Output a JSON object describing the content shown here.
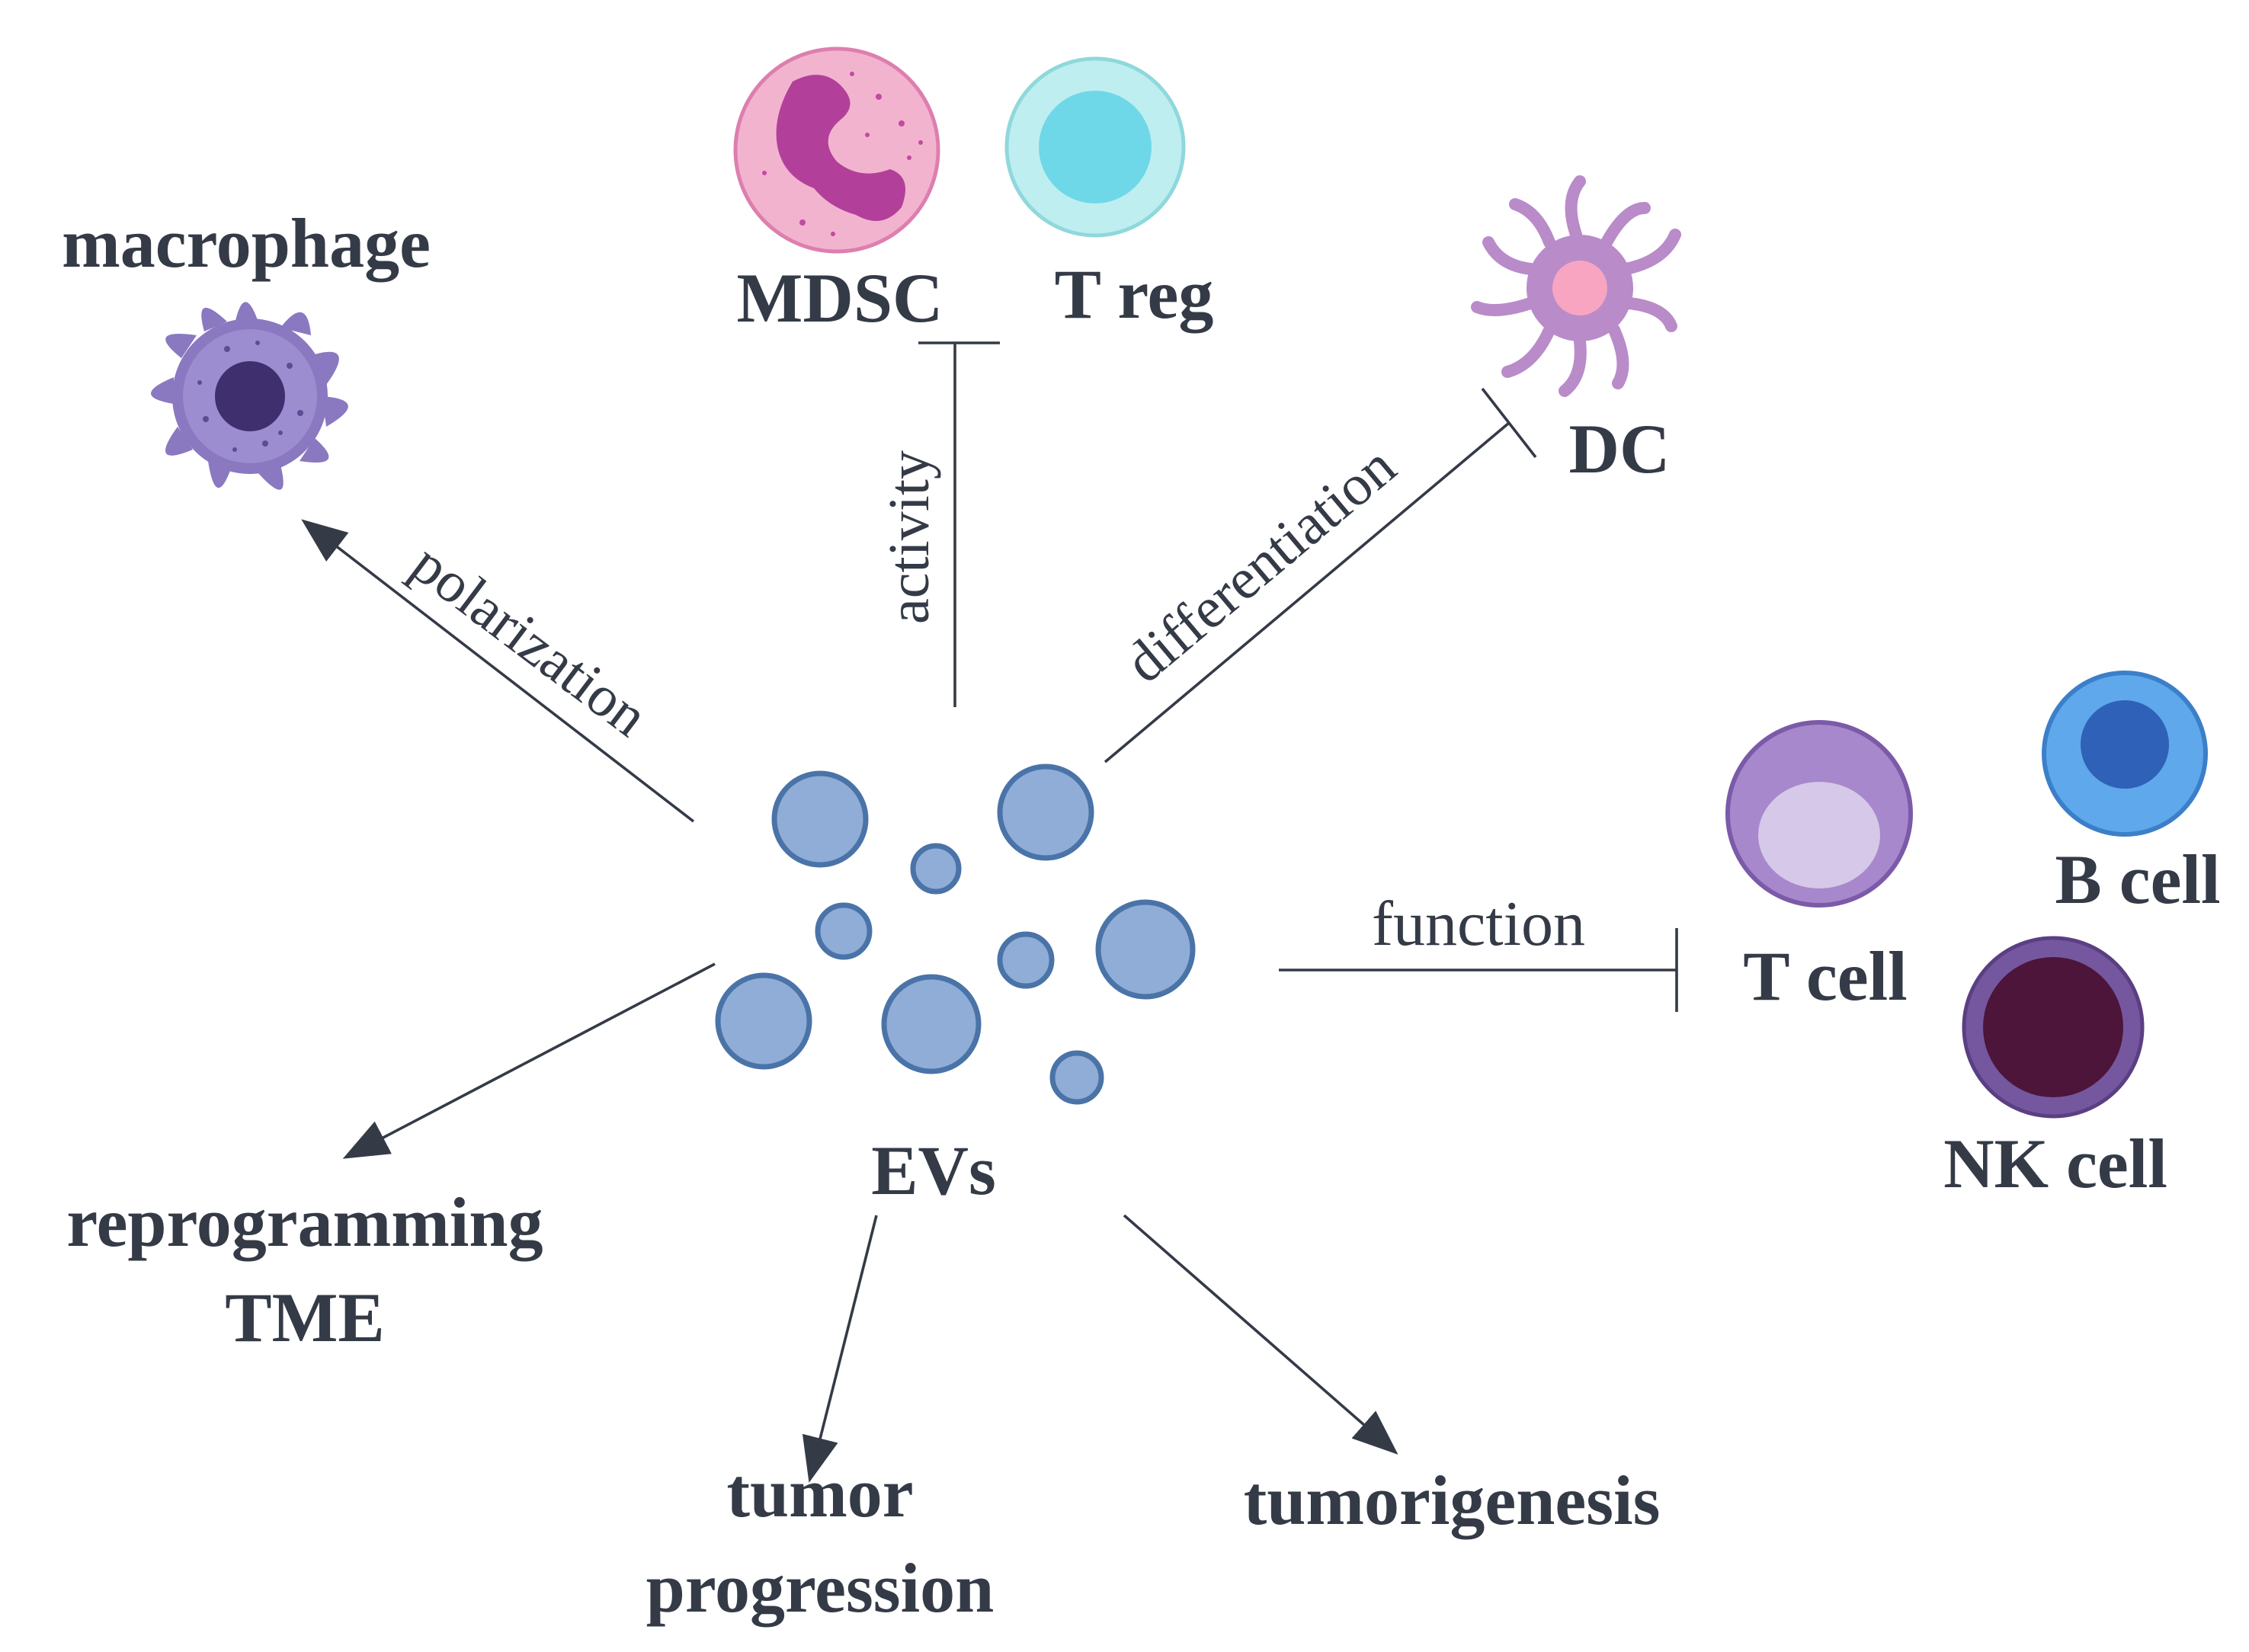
{
  "nodes": {
    "macrophage": "macrophage",
    "mdsc": "MDSC",
    "treg": "T reg",
    "dc": "DC",
    "t_cell": "T cell",
    "b_cell": "B cell",
    "nk_cell": "NK cell",
    "evs": "EVs",
    "reprogramming_line1": "reprogramming",
    "reprogramming_line2": "TME",
    "tumor_progression_line1": "tumor",
    "tumor_progression_line2": "progression",
    "tumorigenesis": "tumorigenesis"
  },
  "edges": {
    "polarization": "polarization",
    "activity": "activity",
    "differentiation": "differentiation",
    "function": "function"
  },
  "colors": {
    "text": "#343b47",
    "ev_fill": "#8fadd6",
    "ev_stroke": "#4a73a8",
    "macrophage": "#8a78c0",
    "mdsc": "#f2b3cf",
    "treg": "#bfeef0",
    "dc": "#b98bc9",
    "t_cell": "#a788cc",
    "b_cell": "#5ea8eb",
    "nk_cell": "#4c1539"
  }
}
